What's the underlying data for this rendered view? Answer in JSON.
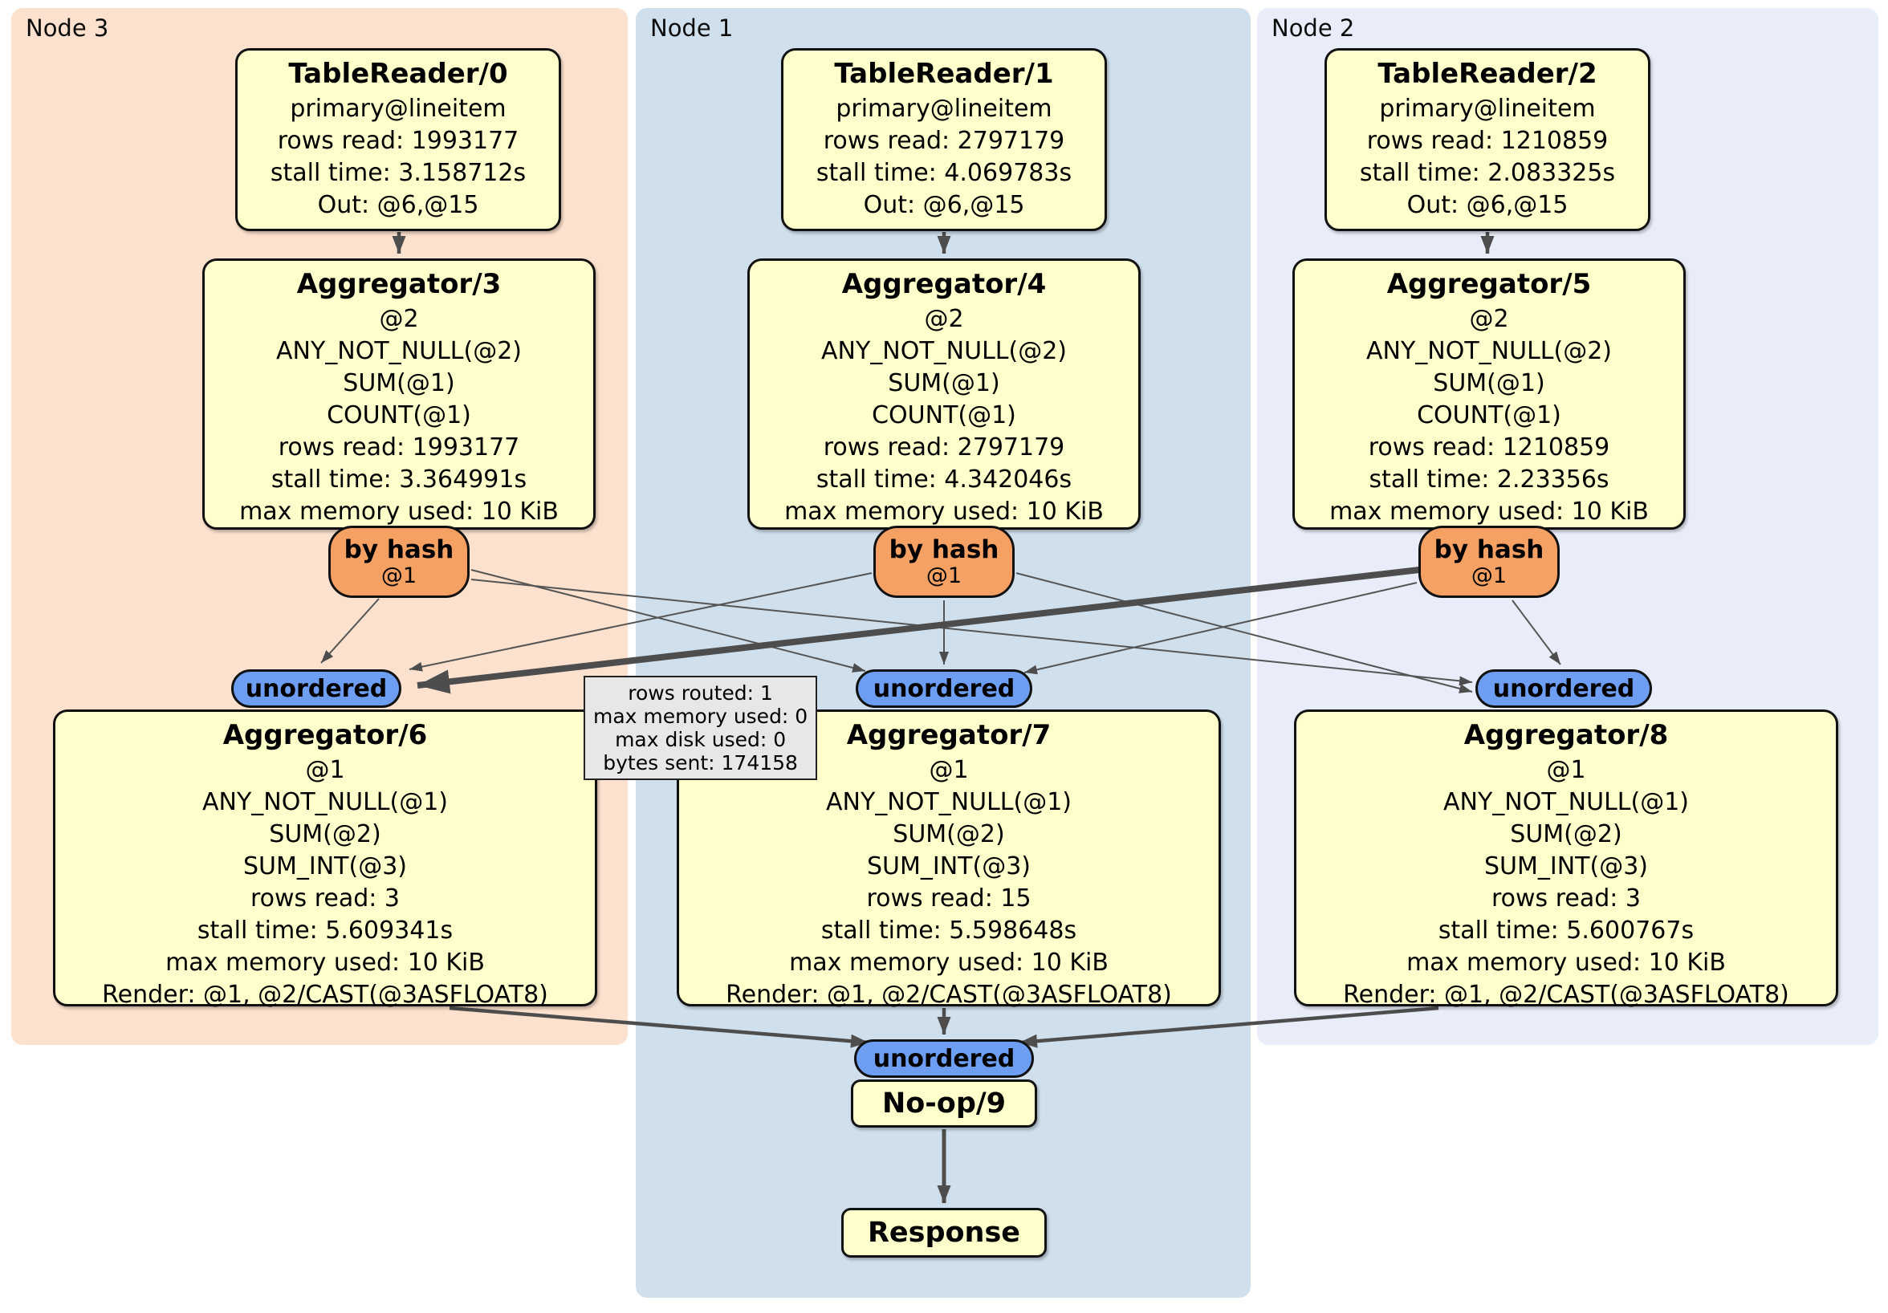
{
  "panels": [
    {
      "label": "Node 3"
    },
    {
      "label": "Node 1"
    },
    {
      "label": "Node 2"
    }
  ],
  "boxes": {
    "tr0": {
      "title": "TableReader/0",
      "lines": [
        "primary@lineitem",
        "rows read: 1993177",
        "stall time: 3.158712s",
        "Out: @6,@15"
      ]
    },
    "tr1": {
      "title": "TableReader/1",
      "lines": [
        "primary@lineitem",
        "rows read: 2797179",
        "stall time: 4.069783s",
        "Out: @6,@15"
      ]
    },
    "tr2": {
      "title": "TableReader/2",
      "lines": [
        "primary@lineitem",
        "rows read: 1210859",
        "stall time: 2.083325s",
        "Out: @6,@15"
      ]
    },
    "agg3": {
      "title": "Aggregator/3",
      "lines": [
        "@2",
        "ANY_NOT_NULL(@2)",
        "SUM(@1)",
        "COUNT(@1)",
        "rows read: 1993177",
        "stall time: 3.364991s",
        "max memory used: 10 KiB"
      ]
    },
    "agg4": {
      "title": "Aggregator/4",
      "lines": [
        "@2",
        "ANY_NOT_NULL(@2)",
        "SUM(@1)",
        "COUNT(@1)",
        "rows read: 2797179",
        "stall time: 4.342046s",
        "max memory used: 10 KiB"
      ]
    },
    "agg5": {
      "title": "Aggregator/5",
      "lines": [
        "@2",
        "ANY_NOT_NULL(@2)",
        "SUM(@1)",
        "COUNT(@1)",
        "rows read: 1210859",
        "stall time: 2.23356s",
        "max memory used: 10 KiB"
      ]
    },
    "agg6": {
      "title": "Aggregator/6",
      "lines": [
        "@1",
        "ANY_NOT_NULL(@1)",
        "SUM(@2)",
        "SUM_INT(@3)",
        "rows read: 3",
        "stall time: 5.609341s",
        "max memory used: 10 KiB",
        "Render: @1, @2/CAST(@3ASFLOAT8)"
      ]
    },
    "agg7": {
      "title": "Aggregator/7",
      "lines": [
        "@1",
        "ANY_NOT_NULL(@1)",
        "SUM(@2)",
        "SUM_INT(@3)",
        "rows read: 15",
        "stall time: 5.598648s",
        "max memory used: 10 KiB",
        "Render: @1, @2/CAST(@3ASFLOAT8)"
      ]
    },
    "agg8": {
      "title": "Aggregator/8",
      "lines": [
        "@1",
        "ANY_NOT_NULL(@1)",
        "SUM(@2)",
        "SUM_INT(@3)",
        "rows read: 3",
        "stall time: 5.600767s",
        "max memory used: 10 KiB",
        "Render: @1, @2/CAST(@3ASFLOAT8)"
      ]
    },
    "noop": {
      "title": "No-op/9"
    },
    "response": {
      "title": "Response"
    }
  },
  "routers": [
    {
      "label": "by hash",
      "sub": "@1"
    },
    {
      "label": "by hash",
      "sub": "@1"
    },
    {
      "label": "by hash",
      "sub": "@1"
    }
  ],
  "syncs": [
    {
      "label": "unordered"
    },
    {
      "label": "unordered"
    },
    {
      "label": "unordered"
    },
    {
      "label": "unordered"
    }
  ],
  "tooltip": {
    "lines": [
      "rows routed: 1",
      "max memory used: 0",
      "max disk used: 0",
      "bytes sent: 174158"
    ]
  },
  "colors": {
    "panel_node3_bg": "#fce1ce",
    "panel_node1_bg": "#cfdfec",
    "panel_node2_bg": "#e9edf9",
    "processor_box_bg": "#ffffcc",
    "router_bg": "#f5a164",
    "sync_bg": "#6d9ef2",
    "tooltip_bg": "#e7e7e7",
    "edge_color": "#4d4d4d"
  }
}
